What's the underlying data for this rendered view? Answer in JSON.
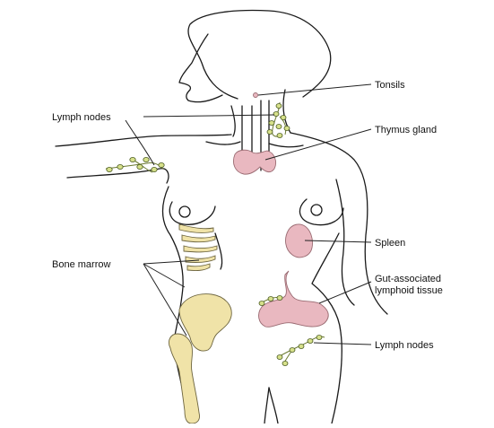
{
  "diagram": {
    "labels": {
      "tonsils": "Tonsils",
      "lymph_nodes_upper": "Lymph nodes",
      "thymus_gland": "Thymus gland",
      "spleen": "Spleen",
      "bone_marrow": "Bone marrow",
      "gut_associated_line1": "Gut-associated",
      "gut_associated_line2": "lymphoid tissue",
      "lymph_nodes_lower": "Lymph nodes"
    },
    "colors": {
      "organ": "#e9b8c0",
      "bone": "#f0e3a8",
      "lymph_node": "#d6e08a",
      "outline": "#1a1a1a"
    }
  }
}
